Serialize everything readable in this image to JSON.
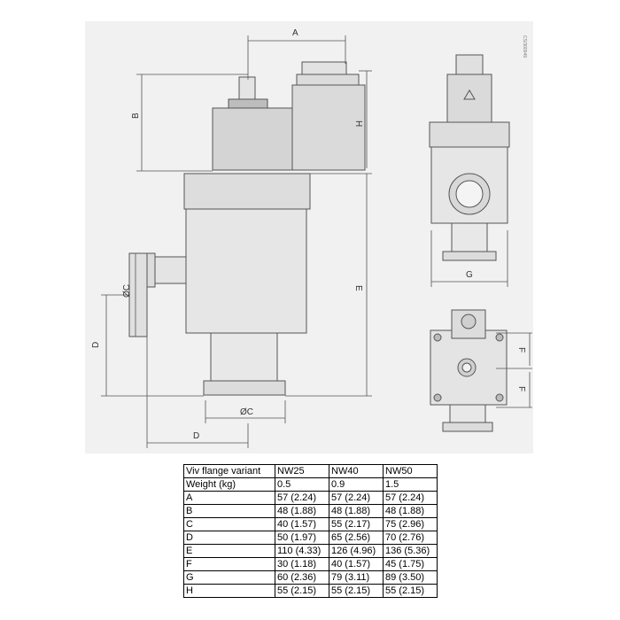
{
  "drawing": {
    "ref_code": "CS/300049",
    "dim_labels": {
      "A": "A",
      "B": "B",
      "H": "H",
      "E": "E",
      "C_side": "ØC",
      "C_bottom": "ØC",
      "D_side": "D",
      "D_bottom": "D",
      "G": "G",
      "F_top": "F",
      "F_bottom": "F"
    }
  },
  "table": {
    "header": [
      "Viv flange variant",
      "NW25",
      "NW40",
      "NW50"
    ],
    "rows": [
      [
        "Weight (kg)",
        "0.5",
        "0.9",
        "1.5"
      ],
      [
        "A",
        "57 (2.24)",
        "57 (2.24)",
        "57 (2.24)"
      ],
      [
        "B",
        "48 (1.88)",
        "48 (1.88)",
        "48 (1.88)"
      ],
      [
        "C",
        "40 (1.57)",
        "55 (2.17)",
        "75 (2.96)"
      ],
      [
        "D",
        "50 (1.97)",
        "65 (2.56)",
        "70 (2.76)"
      ],
      [
        "E",
        "110 (4.33)",
        "126 (4.96)",
        "136 (5.36)"
      ],
      [
        "F",
        "30 (1.18)",
        "40 (1.57)",
        "45 (1.75)"
      ],
      [
        "G",
        "60 (2.36)",
        "79 (3.11)",
        "89 (3.50)"
      ],
      [
        "H",
        "55 (2.15)",
        "55 (2.15)",
        "55 (2.15)"
      ]
    ]
  }
}
